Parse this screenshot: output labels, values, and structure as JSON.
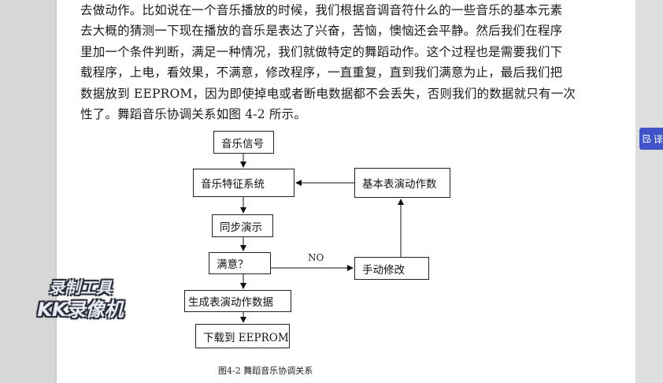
{
  "body_text": {
    "lines": [
      "去做动作。比如说在一个音乐播放的时候，我们根据音调音符什么的一些音乐的基本元素",
      "去大概的猜测一下现在播放的音乐是表达了兴奋，苦恼，懊恼还会平静。然后我们在程序",
      "里加一个条件判断，满足一种情况，我们就做特定的舞蹈动作。这个过程也是需要我们下",
      "载程序，上电，看效果，不满意，修改程序，一直重复，直到我们满意为止，最后我们把",
      "数据放到 EEPROM，因为即使掉电或者断电数据都不会丢失，否则我们的数据就只有一次",
      "性了。舞蹈音乐协调关系如图 4-2 所示。"
    ]
  },
  "flowchart": {
    "nodes": {
      "music_signal": "音乐信号",
      "feature_system": "音乐特征系统",
      "basic_table": "基本表演动作数",
      "sync_demo": "同步演示",
      "satisfied": "满意？",
      "manual_edit": "手动修改",
      "generate_data": "生成表演动作数据",
      "download": "下载到 EEPROM"
    },
    "edge_no_label": "NO",
    "caption": "图4-2 舞蹈音乐协调关系"
  },
  "side_tab": {
    "text": "译",
    "icon": "document-translate-icon",
    "color": "#3f54c7"
  },
  "watermark": {
    "line1": "录制工具",
    "line2": "KK录像机"
  }
}
